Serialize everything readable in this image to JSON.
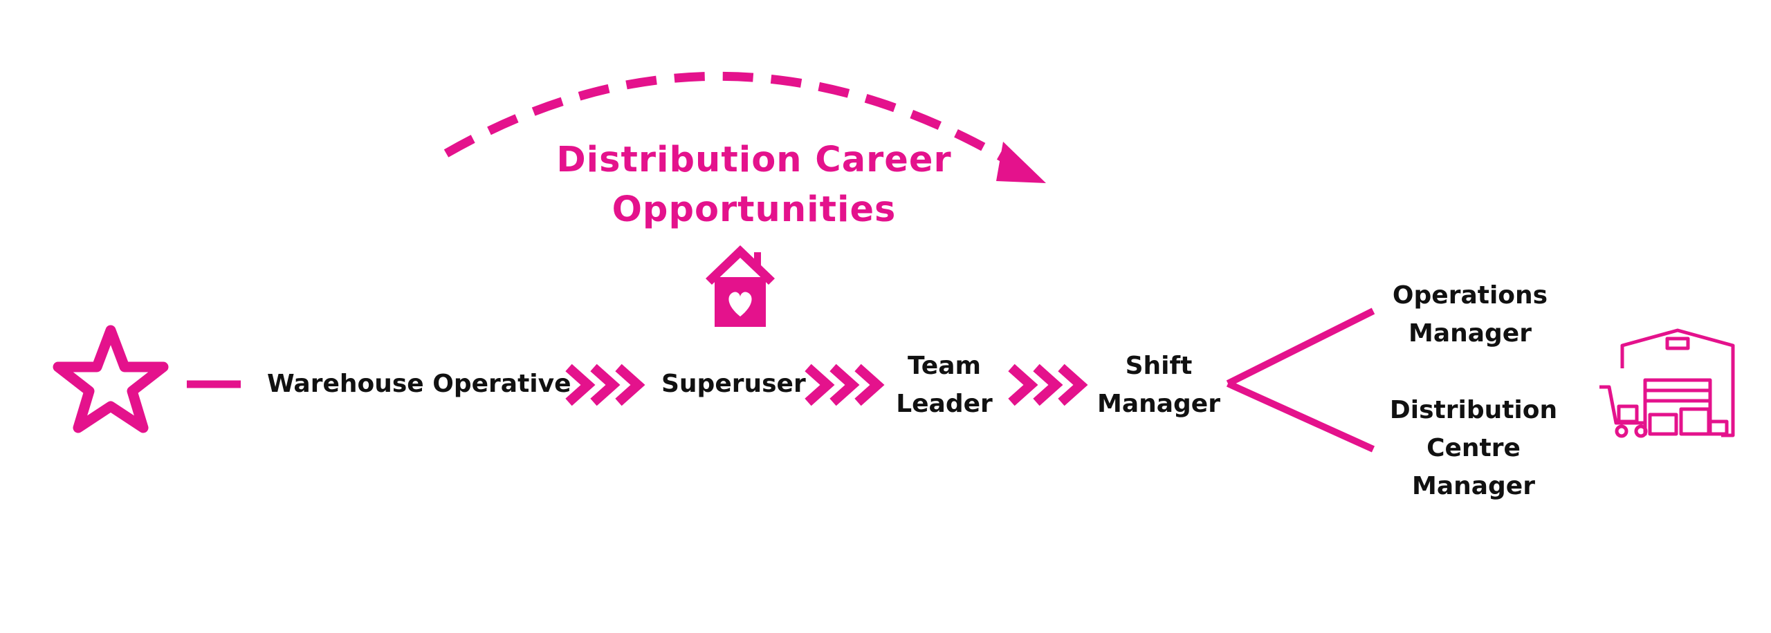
{
  "title": {
    "line1": "Distribution Career",
    "line2": "Opportunities"
  },
  "accent_color": "#e4128c",
  "steps": {
    "warehouse_operative": "Warehouse Operative",
    "superuser": "Superuser",
    "team_leader": {
      "line1": "Team",
      "line2": "Leader"
    },
    "shift_manager": {
      "line1": "Shift",
      "line2": "Manager"
    },
    "operations_manager": {
      "line1": "Operations",
      "line2": "Manager"
    },
    "distribution_centre_manager": {
      "line1": "Distribution",
      "line2": "Centre",
      "line3": "Manager"
    }
  },
  "icons": [
    "star-icon",
    "house-heart-icon",
    "chevron-arrows-icon",
    "warehouse-icon",
    "curved-dashed-arrow-icon"
  ]
}
